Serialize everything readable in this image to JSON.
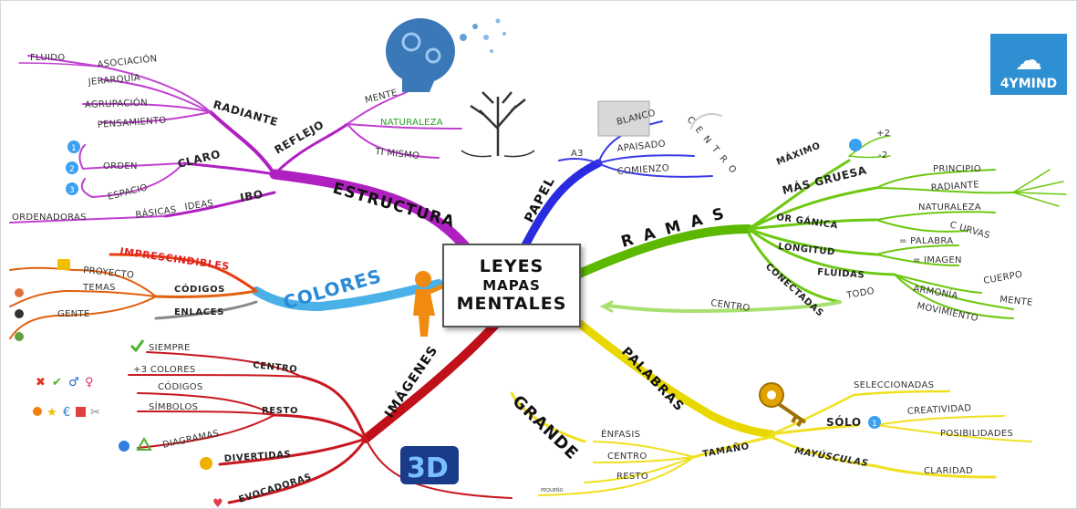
{
  "center": {
    "line1": "LEYES",
    "line2": "MAPAS",
    "line3": "MENTALES"
  },
  "logo": {
    "text": "4YMIND",
    "color": "#2f8fd3"
  },
  "colors": {
    "estructura": "#b020c0",
    "papel": "#2a2ae0",
    "ramas": "#5cb800",
    "palabras": "#e8d800",
    "imagenes": "#c0101a",
    "colores": "#4ab0e8",
    "codigos": "#e06010"
  },
  "estructura": {
    "main": "ESTRUCTURA",
    "radiante": {
      "label": "RADIANTE",
      "items": [
        "FLUIDO",
        "ASOCIACIÓN",
        "JERARQUÍA",
        "AGRUPACIÓN",
        "PENSAMIENTO"
      ]
    },
    "reflejo": {
      "label": "REFLEJO",
      "items": [
        "MENTE",
        "NATURALEZA",
        "TI MISMO"
      ]
    },
    "claro": {
      "label": "CLARO",
      "items": [
        "ORDEN",
        "ESPACIO"
      ],
      "numbers": [
        "1",
        "2",
        "3"
      ]
    },
    "ibo": {
      "label": "IBO",
      "items": [
        "IDEAS",
        "BÁSICAS",
        "ORDENADORAS"
      ]
    }
  },
  "papel": {
    "main": "PAPEL",
    "a3": "A3",
    "blanco": "BLANCO",
    "apaisado": "APAISADO",
    "comienzo": "COMIENZO",
    "centro": "C E N T R O"
  },
  "ramas": {
    "main": "R A M A S",
    "maximo": "MÁXIMO",
    "plus2": "+2",
    "minus2": "-2",
    "gruesa": "MÁS GRUESA",
    "principio": "PRINCIPIO",
    "radiante": "RADIANTE",
    "organica": "OR GÁNICA",
    "naturaleza": "NATURALEZA",
    "curvas": "C URVAS",
    "longitud": "LONGITUD",
    "palabra": "= PALABRA",
    "imagen": "= IMAGEN",
    "fluidas": "FLUIDAS",
    "armonia": "ARMONÍA",
    "cuerpo": "CUERPO",
    "mente": "MENTE",
    "conectadas": "CONECTADAS",
    "todo": "TODO",
    "movimiento": "MOVIMIENTO",
    "centro": "CENTRO"
  },
  "palabras": {
    "main": "PALABRAS",
    "solo": "SÓLO",
    "solo_num": "1",
    "seleccionadas": "SELECCIONADAS",
    "creatividad": "CREATIVIDAD",
    "posibilidades": "POSIBILIDADES",
    "mayusculas": "MAYÚSCULAS",
    "claridad": "CLARIDAD",
    "tamano": "TAMAÑO",
    "grande": "GRANDE",
    "enfasis": "ÉNFASIS",
    "centro": "CENTRO",
    "resto": "RESTO",
    "pequeno": "PEQUEÑO"
  },
  "imagenes": {
    "main": "IMÁGENES",
    "centro": "CENTRO",
    "siempre": "SIEMPRE",
    "colores3": "+3 COLORES",
    "resto": "RESTO",
    "codigos": "CÓDIGOS",
    "simbolos": "SÍMBOLOS",
    "diagramas": "DIAGRAMAS",
    "divertidas": "DIVERTIDAS",
    "evocadoras": "EVOCADORAS",
    "badge3d": "3D"
  },
  "colores": {
    "main": "COLORES",
    "imprescindibles": "IMPRESCINDIBLES",
    "codigos": "CÓDIGOS",
    "proyecto": "PROYECTO",
    "temas": "TEMAS",
    "gente": "GENTE",
    "enlaces": "ENLACES"
  }
}
